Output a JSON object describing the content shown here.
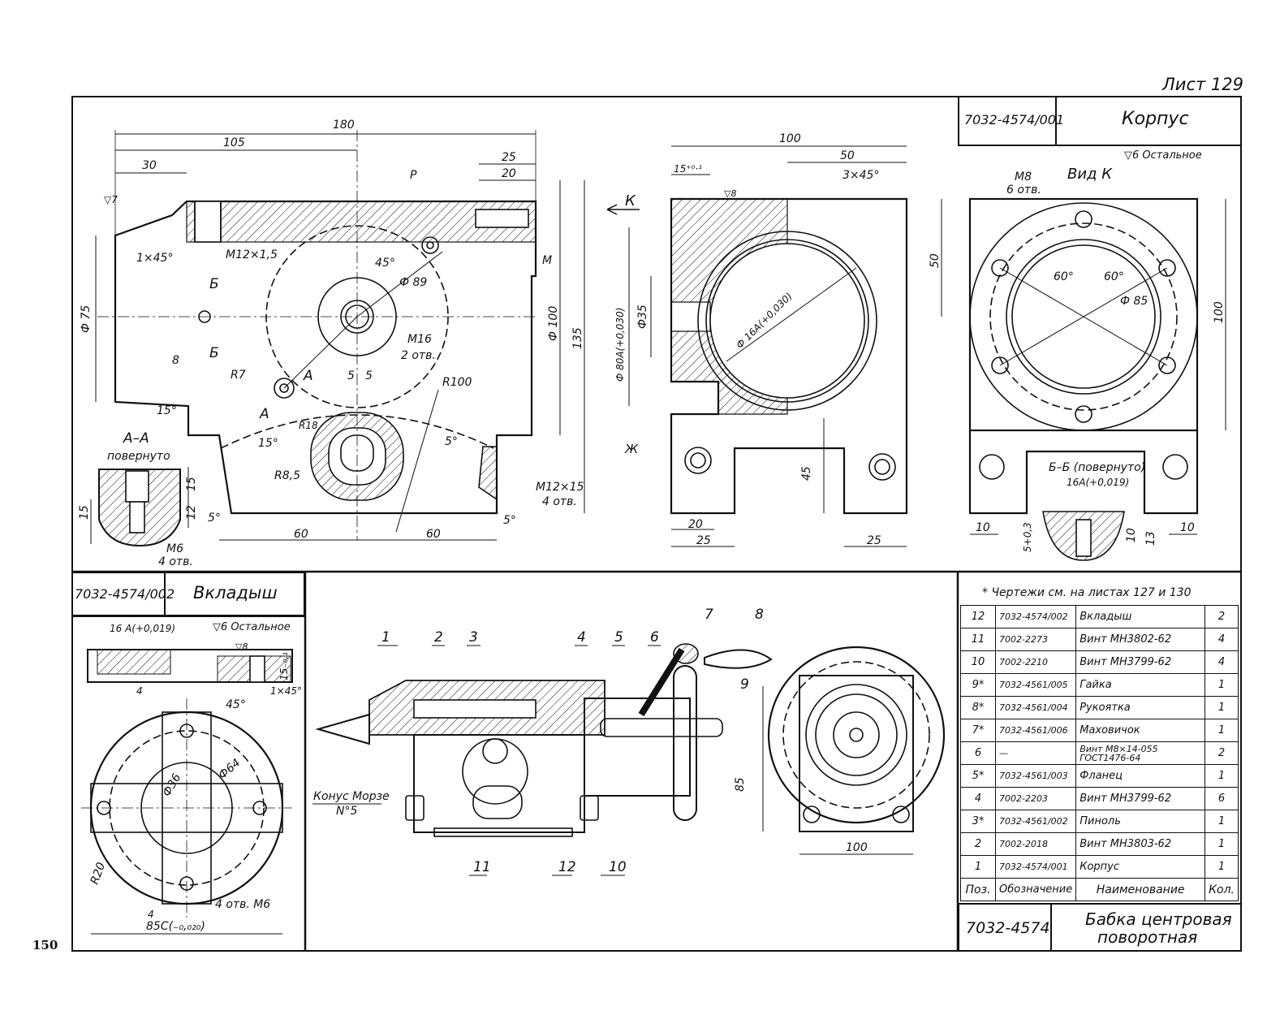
{
  "sheet": {
    "label": "Лист 129",
    "page_number": "150"
  },
  "part1": {
    "code": "7032-4574/001",
    "name": "Корпус",
    "surface_note": "▽6 Остальное"
  },
  "part2": {
    "code": "7032-4574/002",
    "name": "Вкладыш",
    "surface_note": "▽6 Остальное"
  },
  "assembly": {
    "code": "7032-4574",
    "name_line1": "Бабка центровая",
    "name_line2": "поворотная"
  },
  "note": "* Чертежи см. на листах 127 и 130",
  "spec_header": {
    "pos": "Поз.",
    "code": "Обозначение",
    "name": "Наименование",
    "qty": "Кол."
  },
  "spec_rows": [
    {
      "pos": "12",
      "code": "7032-4574/002",
      "name": "Вкладыш",
      "qty": "2"
    },
    {
      "pos": "11",
      "code": "7002-2273",
      "name": "Винт МН3802-62",
      "qty": "4"
    },
    {
      "pos": "10",
      "code": "7002-2210",
      "name": "Винт МН3799-62",
      "qty": "4"
    },
    {
      "pos": "9*",
      "code": "7032-4561/005",
      "name": "Гайка",
      "qty": "1"
    },
    {
      "pos": "8*",
      "code": "7032-4561/004",
      "name": "Рукоятка",
      "qty": "1"
    },
    {
      "pos": "7*",
      "code": "7032-4561/006",
      "name": "Маховичок",
      "qty": "1"
    },
    {
      "pos": "6",
      "code": "—",
      "name": "Винт М8×14-055 ГОСТ1476-64",
      "qty": "2"
    },
    {
      "pos": "5*",
      "code": "7032-4561/003",
      "name": "Фланец",
      "qty": "1"
    },
    {
      "pos": "4",
      "code": "7002-2203",
      "name": "Винт МН3799-62",
      "qty": "6"
    },
    {
      "pos": "3*",
      "code": "7032-4561/002",
      "name": "Пиноль",
      "qty": "1"
    },
    {
      "pos": "2",
      "code": "7002-2018",
      "name": "Винт МН3803-62",
      "qty": "1"
    },
    {
      "pos": "1",
      "code": "7032-4574/001",
      "name": "Корпус",
      "qty": "1"
    }
  ],
  "dims_front": {
    "d180": "180",
    "d105": "105",
    "d30": "30",
    "d25": "25",
    "d20": "20",
    "p": "Р",
    "m": "М",
    "chamfer": "1×45°",
    "thread1": "М12×1,5",
    "ang45": "45°",
    "phi89": "Ф 89",
    "phi75": "Ф 75",
    "phi100": "Ф 100",
    "d135": "135",
    "b1": "Б",
    "b2": "Б",
    "d8": "8",
    "m16": "М16",
    "m16n": "2 отв.",
    "r7": "R7",
    "a1": "А",
    "a2": "А",
    "d5a": "5",
    "d5b": "5",
    "r100": "R100",
    "ang15": "15°",
    "r18": "R18",
    "ang15b": "15°",
    "ang5": "5°",
    "r85": "R8,5",
    "m12x15": "М12×15",
    "m12n": "4 отв.",
    "ang5b": "5°",
    "ang5c": "5°",
    "d60a": "60",
    "d60b": "60",
    "nabla7": "▽7"
  },
  "section_aa": {
    "title": "А–А",
    "sub": "повернуто",
    "d15a": "15",
    "d15b": "15",
    "d12": "12",
    "m6": "М6",
    "m6n": "4 отв."
  },
  "dims_side": {
    "d100": "100",
    "d50": "50",
    "d15": "15⁺⁰·¹",
    "chamfer": "3×45°",
    "k": "К",
    "phi80": "Ф 80А(+0,030)",
    "phi35": "Ф35",
    "phi16": "Ф 16А(+0,030)",
    "zh": "Ж",
    "d45": "45",
    "d20": "20",
    "d25a": "25",
    "d25b": "25",
    "n8": "▽8"
  },
  "dims_view": {
    "title": "Вид К",
    "m8": "М8",
    "m8n": "6 отв.",
    "d50": "50",
    "ang60a": "60°",
    "ang60b": "60°",
    "phi85": "Ф 85",
    "d100": "100",
    "bb": "Б–Б (повернуто)",
    "bbd": "16А(+0,019)",
    "d10a": "10",
    "d10b": "10",
    "d10c": "10",
    "d13": "13",
    "d53": "5+0,3"
  },
  "dims_insert": {
    "d16": "16 А(+0,019)",
    "chamfer": "1×45°",
    "d15": "15₋₀,₁",
    "d4": "4",
    "ang45": "45°",
    "phi36": "Ф36",
    "phi64": "Ф64",
    "r20": "R20",
    "d4b": "4",
    "holes": "4 отв. М6",
    "d85": "85С(₋₀,₀₂₀)",
    "n8": "▽8"
  },
  "assembly_labels": {
    "p1": "1",
    "p2": "2",
    "p3": "3",
    "p4": "4",
    "p5": "5",
    "p6": "6",
    "p7": "7",
    "p8": "8",
    "p9": "9",
    "p10": "10",
    "p11": "11",
    "p12": "12",
    "morse": "Конус Морзе",
    "morse_n": "N°5",
    "d85": "85",
    "d100": "100"
  }
}
